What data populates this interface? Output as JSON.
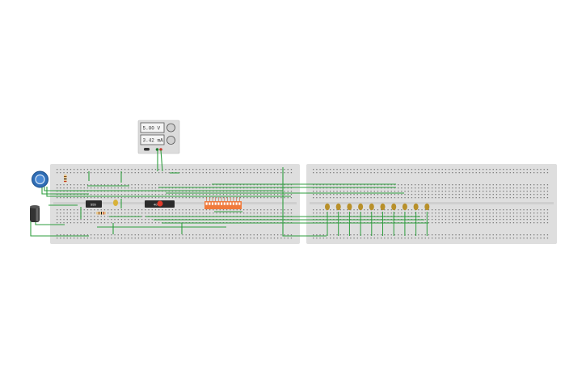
{
  "power_supply": {
    "voltage_display": "5.00 V",
    "current_display": "3.42 mA"
  },
  "chips": [
    {
      "id": "chip-1",
      "label": "555"
    },
    {
      "id": "chip-2",
      "label": "4017"
    }
  ],
  "leds": {
    "count": 10,
    "color": "#b8902a"
  },
  "dip_switch": {
    "switch_count": 12,
    "color": "#f07a3c"
  },
  "wire_color": "#2e9e3e",
  "breadboard_color": "#dedede",
  "potentiometer_color": "#2f6db5",
  "capacitor_color": "#333333",
  "icons": [
    "potentiometer-icon",
    "capacitor-icon",
    "ic-chip-icon",
    "led-icon",
    "resistor-icon",
    "dip-switch-icon"
  ]
}
